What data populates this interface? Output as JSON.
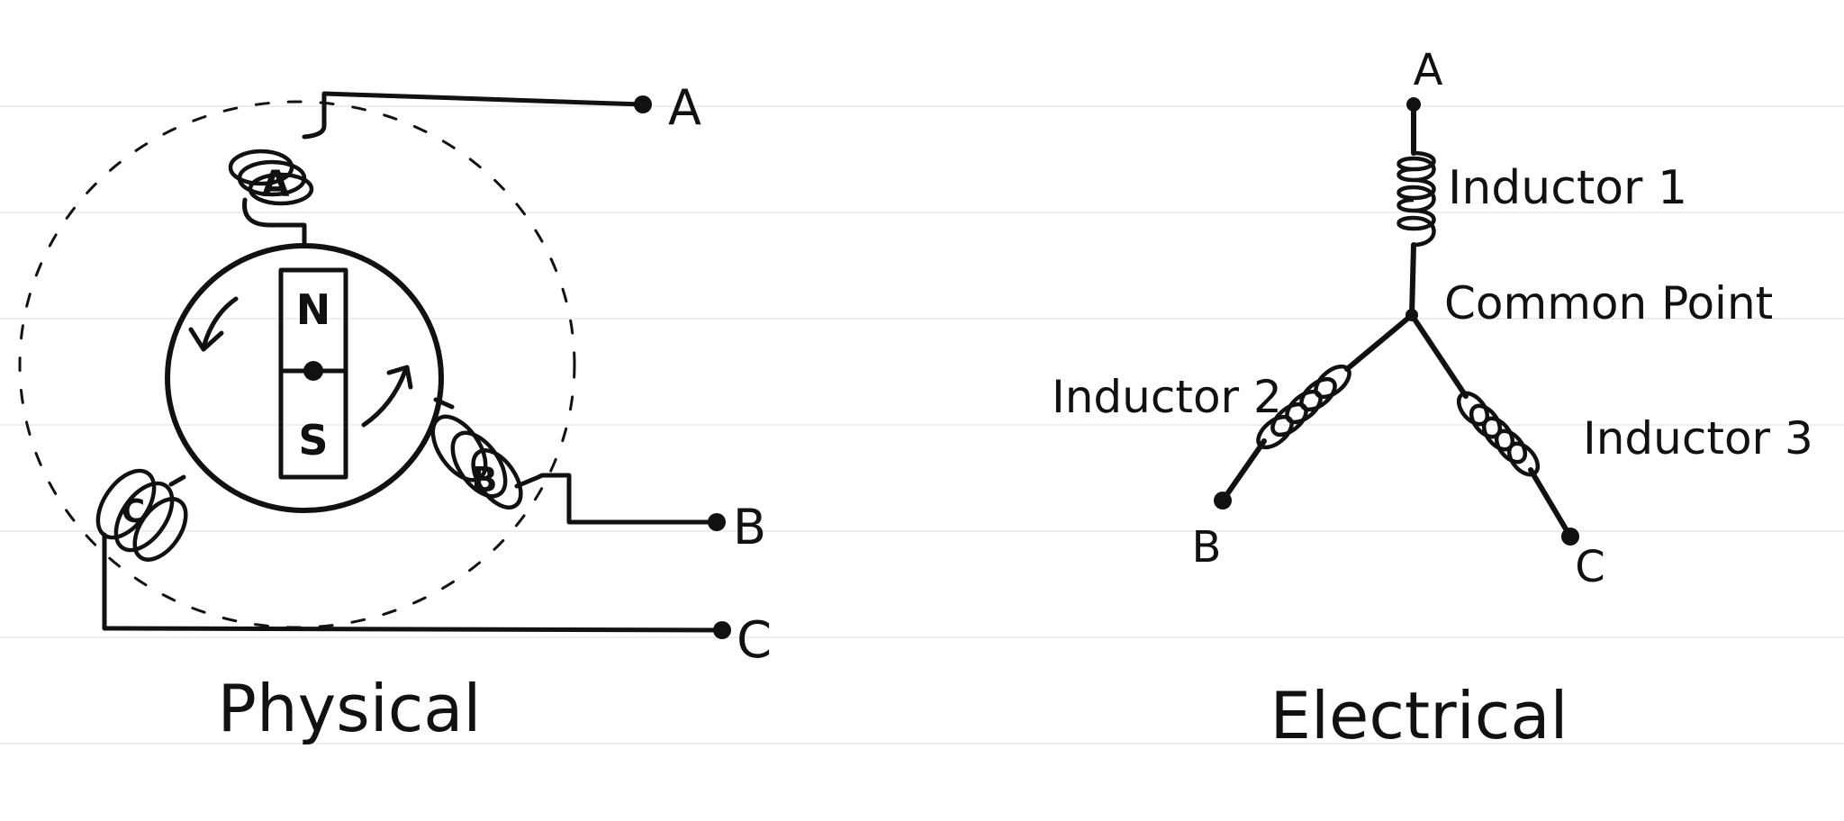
{
  "physical": {
    "caption": "Physical",
    "coil_a_letter": "A",
    "coil_b_letter": "B",
    "coil_c_letter": "C",
    "magnet_north": "N",
    "magnet_south": "S",
    "terminal_a": "A",
    "terminal_b": "B",
    "terminal_c": "C"
  },
  "electrical": {
    "caption": "Electrical",
    "node_a": "A",
    "node_b": "B",
    "node_c": "C",
    "inductor_1_label": "Inductor 1",
    "inductor_2_label": "Inductor 2",
    "inductor_3_label": "Inductor 3",
    "common_point_label": "Common Point"
  },
  "colors": {
    "ink": "#111111",
    "paper": "#ffffff"
  }
}
